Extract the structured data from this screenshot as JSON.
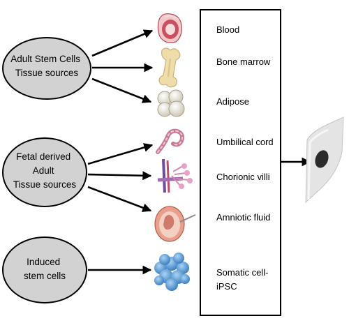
{
  "sources": [
    {
      "lines": [
        "Adult Stem Cells",
        "Tissue sources"
      ]
    },
    {
      "lines": [
        "Fetal derived",
        "Adult",
        "Tissue sources"
      ]
    },
    {
      "lines": [
        "Induced",
        "stem cells"
      ]
    }
  ],
  "tissues": [
    {
      "label": "Blood",
      "icon": "blood-vessel-icon"
    },
    {
      "label": "Bone marrow",
      "icon": "bone-icon"
    },
    {
      "label": "Adipose",
      "icon": "adipose-cells-icon"
    },
    {
      "label": "Umbilical cord",
      "icon": "umbilical-cord-icon"
    },
    {
      "label": "Chorionic villi",
      "icon": "chorionic-villi-icon"
    },
    {
      "label": "Amniotic fluid",
      "icon": "amniotic-sac-icon"
    },
    {
      "label": "Somatic cell-\niPSC",
      "icon": "cell-cluster-icon"
    }
  ],
  "target_icon": "stem-cell-icon",
  "colors": {
    "ellipse_fill": "#d2d2d2",
    "stroke": "#000000",
    "vessel": "#c9505e",
    "bone": "#eedcaa",
    "adipose": "#e7e2d2",
    "cord": "#c77b94",
    "villi": "#a469b3",
    "amniotic": "#cf7a6a",
    "cluster": "#5b9bd5",
    "cell_body": "#e4e4e4",
    "nucleus": "#2b2b2b"
  }
}
